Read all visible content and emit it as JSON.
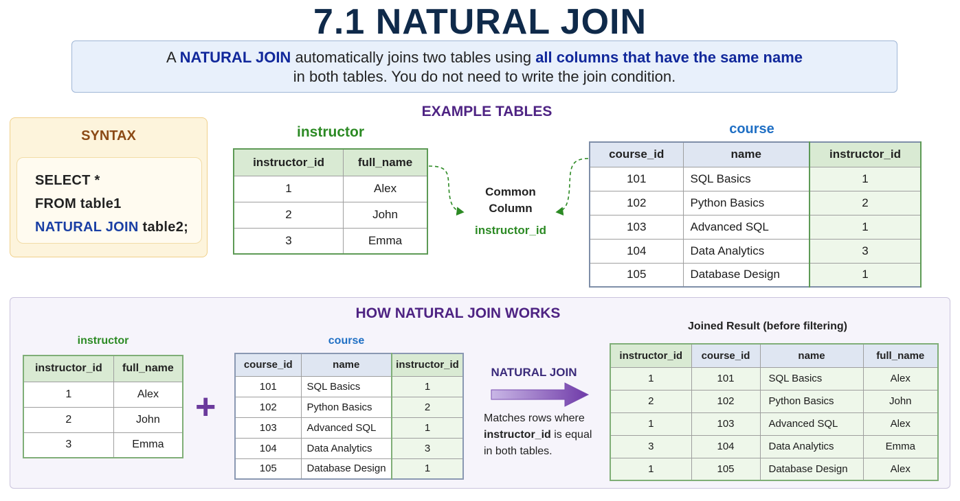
{
  "title": "7.1 NATURAL JOIN",
  "intro": {
    "p1": "A ",
    "hl1": "NATURAL JOIN",
    "p2": " automatically joins two tables using ",
    "hl2": "all columns that have the same name",
    "line2": "in both tables. You do not need to write the join condition."
  },
  "example_heading": "EXAMPLE TABLES",
  "syntax": {
    "title": "SYNTAX",
    "line1": "SELECT *",
    "line2": "FROM table1",
    "line3_kw": "NATURAL JOIN",
    "line3_rest": " table2;"
  },
  "common": {
    "label_line1": "Common",
    "label_line2": "Column",
    "column": "instructor_id"
  },
  "instructor_table": {
    "label": "instructor",
    "headers": [
      "instructor_id",
      "full_name"
    ],
    "rows": [
      [
        "1",
        "Alex"
      ],
      [
        "2",
        "John"
      ],
      [
        "3",
        "Emma"
      ]
    ]
  },
  "course_table": {
    "label": "course",
    "headers": [
      "course_id",
      "name",
      "instructor_id"
    ],
    "rows": [
      [
        "101",
        "SQL Basics",
        "1"
      ],
      [
        "102",
        "Python Basics",
        "2"
      ],
      [
        "103",
        "Advanced SQL",
        "1"
      ],
      [
        "104",
        "Data Analytics",
        "3"
      ],
      [
        "105",
        "Database Design",
        "1"
      ]
    ]
  },
  "how": {
    "title": "HOW NATURAL JOIN WORKS",
    "plus": "+",
    "join_label": "NATURAL JOIN",
    "desc_line1": "Matches rows where",
    "desc_bold": "instructor_id",
    "desc_rest": " is equal",
    "desc_line3": "in both tables."
  },
  "result_table": {
    "label": "Joined Result (before filtering)",
    "headers": [
      "instructor_id",
      "course_id",
      "name",
      "full_name"
    ],
    "rows": [
      [
        "1",
        "101",
        "SQL Basics",
        "Alex"
      ],
      [
        "2",
        "102",
        "Python Basics",
        "John"
      ],
      [
        "1",
        "103",
        "Advanced SQL",
        "Alex"
      ],
      [
        "3",
        "104",
        "Data Analytics",
        "Emma"
      ],
      [
        "1",
        "105",
        "Database Design",
        "Alex"
      ]
    ]
  },
  "colors": {
    "title": "#0f2a4a",
    "highlight": "#11289b",
    "heading": "#4e2383",
    "green": "#2c8a24",
    "blue": "#1f6fc4",
    "arrow": "#7a4db0"
  }
}
